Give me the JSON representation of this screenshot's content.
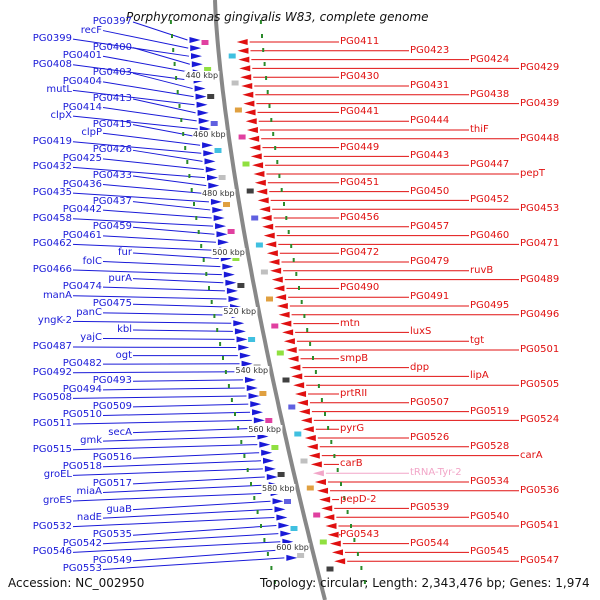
{
  "title": "Porphyromonas gingivalis W83, complete genome",
  "accession": "Accession: NC_002950",
  "footer": "Topology: circular; Length: 2,343,476 bp; Genes: 1,974",
  "colors": {
    "forward": "#1a1ad8",
    "reverse": "#e01010",
    "trna": "#f2a6c8",
    "backbone": "#888888"
  },
  "ticks": [
    "440 kbp",
    "460 kbp",
    "480 kbp",
    "500 kbp",
    "520 kbp",
    "540 kbp",
    "560 kbp",
    "580 kbp",
    "600 kbp"
  ],
  "left_labels": [
    "PG0397",
    "recF",
    "PG0399",
    "PG0400",
    "PG0401",
    "PG0408",
    "PG0403",
    "PG0404",
    "mutL",
    "PG0413",
    "PG0414",
    "clpX",
    "PG0415",
    "clpP",
    "PG0419",
    "PG0426",
    "PG0425",
    "PG0432",
    "PG0433",
    "PG0436",
    "PG0435",
    "PG0437",
    "PG0442",
    "PG0458",
    "PG0459",
    "PG0461",
    "PG0462",
    "fur",
    "folC",
    "PG0466",
    "purA",
    "PG0474",
    "manA",
    "PG0475",
    "panC",
    "yngK-2",
    "kbl",
    "yajC",
    "PG0487",
    "ogt",
    "PG0482",
    "PG0492",
    "PG0493",
    "PG0494",
    "PG0508",
    "PG0509",
    "PG0510",
    "PG0511",
    "secA",
    "gmk",
    "PG0515",
    "PG0516",
    "PG0518",
    "groEL",
    "PG0517",
    "miaA",
    "groES",
    "guaB",
    "nadE",
    "PG0532",
    "PG0535",
    "PG0542",
    "PG0546",
    "PG0549",
    "PG0553"
  ],
  "right_labels": [
    "PG0411",
    "PG0423",
    "PG0424",
    "PG0429",
    "PG0430",
    "PG0431",
    "PG0438",
    "PG0439",
    "PG0441",
    "PG0444",
    "thiF",
    "PG0448",
    "PG0449",
    "PG0443",
    "PG0447",
    "pepT",
    "PG0451",
    "PG0450",
    "PG0452",
    "PG0453",
    "PG0456",
    "PG0457",
    "PG0460",
    "PG0471",
    "PG0472",
    "PG0479",
    "ruvB",
    "PG0489",
    "PG0490",
    "PG0491",
    "PG0495",
    "PG0496",
    "mtn",
    "luxS",
    "tgt",
    "PG0501",
    "smpB",
    "dpp",
    "lipA",
    "PG0505",
    "prtRII",
    "PG0507",
    "PG0519",
    "PG0524",
    "pyrG",
    "PG0526",
    "PG0528",
    "carA",
    "carB",
    "tRNA-Tyr-2",
    "PG0534",
    "PG0536",
    "pepD-2",
    "PG0539",
    "PG0540",
    "PG0541",
    "PG0543",
    "PG0544",
    "PG0545",
    "PG0547"
  ]
}
